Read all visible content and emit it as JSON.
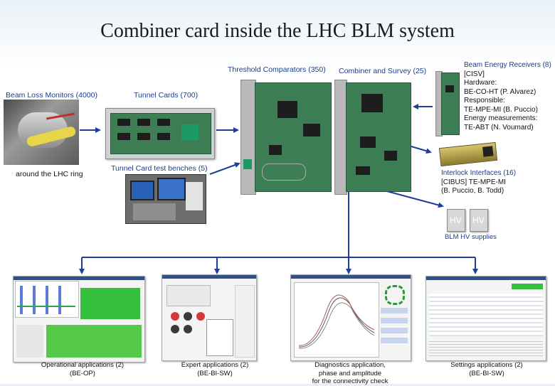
{
  "title": "Combiner card inside the LHC BLM system",
  "labels": {
    "threshold_comparators": "Threshold Comparators (350)",
    "combiner_survey": "Combiner and Survey (25)",
    "beam_loss_monitors": "Beam Loss Monitors (4000)",
    "tunnel_cards": "Tunnel Cards (700)",
    "around_lhc_ring": "around the LHC ring",
    "test_benches": "Tunnel Card test benches (5)"
  },
  "beam_energy": {
    "lines": [
      "Beam Energy Receivers (8)",
      "[CISV]",
      "Hardware:",
      "BE-CO-HT (P. Alvarez)",
      "Responsible:",
      "TE-MPE-MI (B. Puccio)",
      "Energy measurements:",
      "TE-ABT (N. Voumard)"
    ]
  },
  "interlock": {
    "lines": [
      "Interlock Interfaces (16)",
      "[CIBUS]  TE-MPE-MI",
      "(B. Puccio, B. Todd)"
    ]
  },
  "hv": {
    "box_label": "HV",
    "caption": "BLM HV supplies"
  },
  "applications": [
    {
      "line1": "Operational applications (2)",
      "line2": "(BE-OP)",
      "line3": ""
    },
    {
      "line1": "Expert applications (2)",
      "line2": "(BE-BI-SW)",
      "line3": ""
    },
    {
      "line1": "Diagnostics application,",
      "line2": "phase and amplitude",
      "line3": "for the connectivity check"
    },
    {
      "line1": "Settings applications (2)",
      "line2": "(BE-BI-SW)",
      "line3": ""
    }
  ],
  "colors": {
    "arrow": "#1f3e9a",
    "label_blue": "#1a3e8a",
    "card_green": "#3e7e55"
  }
}
